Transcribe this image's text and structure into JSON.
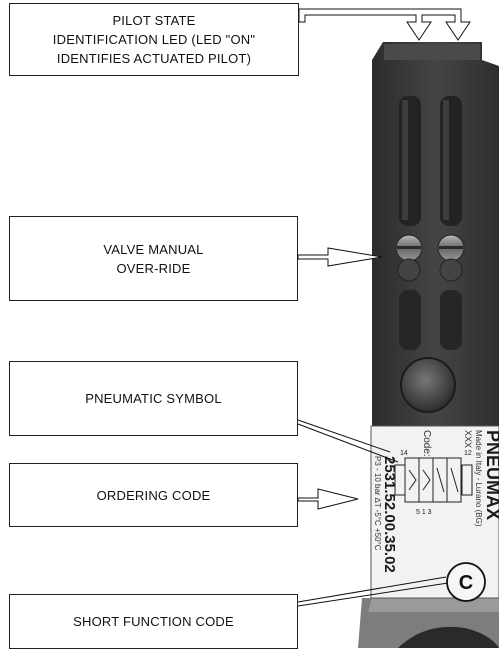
{
  "callouts": {
    "pilot_led": "PILOT STATE\nIDENTIFICATION LED  (LED \"ON\"\nIDENTIFIES  ACTUATED PILOT)",
    "manual_override": "VALVE MANUAL\nOVER-RIDE",
    "pneumatic_symbol": "PNEUMATIC SYMBOL",
    "ordering_code": "ORDERING CODE",
    "short_function_code": "SHORT FUNCTION CODE"
  },
  "label": {
    "brand": "PNEUMAX",
    "made_in": "Made in Italy - Lurano (BG)",
    "xxx": "XXX",
    "code_caption": "Code:",
    "code": "2531.52.00.35.02",
    "specs": "P3 - 10 bar  ∆T -5°C +50°C",
    "port_14": "14",
    "port_12": "12",
    "port_513": "5  1  3",
    "function_code": "C"
  },
  "colors": {
    "valve_body": "#3a3a3a",
    "label_background": "#f2f2f2",
    "cable_gland": "#8a8a8a",
    "callout_border": "#222222"
  }
}
